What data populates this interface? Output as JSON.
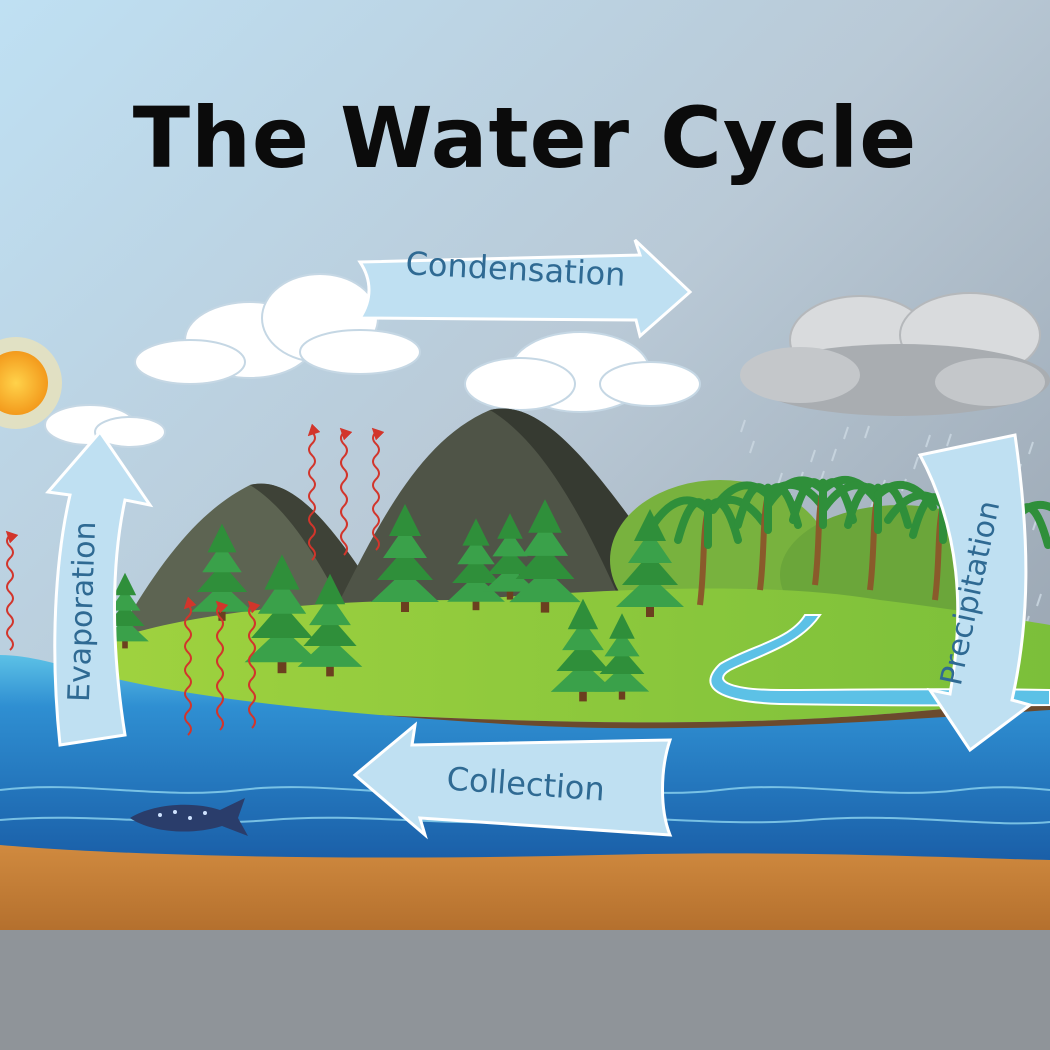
{
  "title": "The Water Cycle",
  "stages": {
    "condensation": "Condensation",
    "precipitation": "Precipitation",
    "collection": "Collection",
    "evaporation": "Evaporation"
  },
  "colors": {
    "sky_top": "#a7b0bd",
    "sky_light": "#cfe7f5",
    "sea": "#1f75bf",
    "shallow": "#5cc1e6",
    "grass": "#8fcb39",
    "mountain": "#4a4f45",
    "soil": "#c47d36",
    "bedrock": "#8f9499",
    "arrow": "#bfe0f2",
    "label_text": "#2f6a93",
    "vapor_arrow": "#d2352b"
  }
}
